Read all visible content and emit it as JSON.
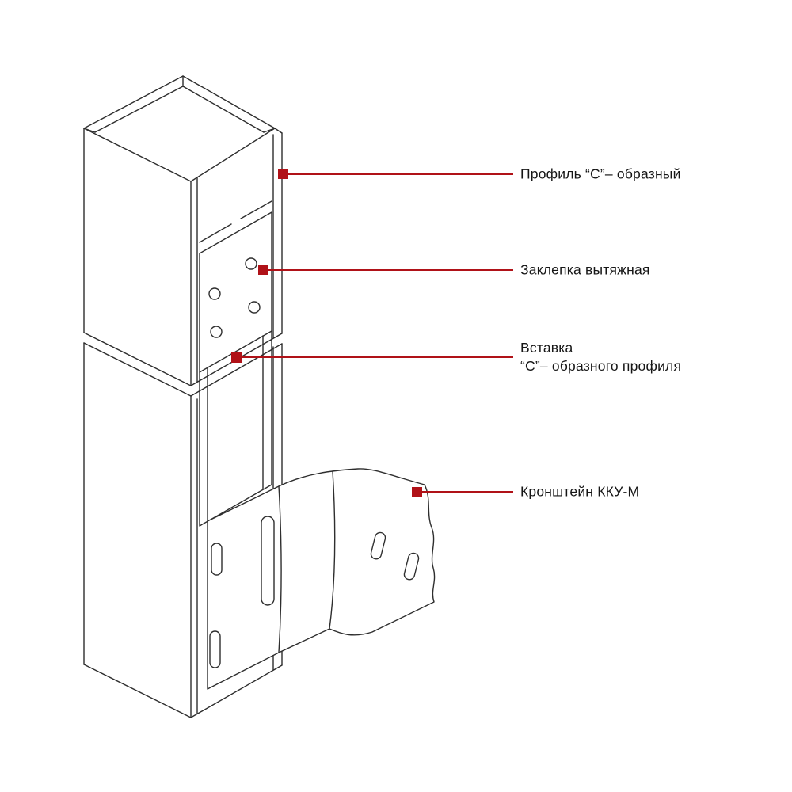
{
  "colors": {
    "background": "#ffffff",
    "line": "#2e2e2e",
    "accent": "#b01218",
    "text": "#161616"
  },
  "callouts": [
    {
      "id": "profile",
      "lines": [
        "Профиль “С”– образный"
      ]
    },
    {
      "id": "rivet",
      "lines": [
        "Заклепка вытяжная"
      ]
    },
    {
      "id": "insert",
      "lines": [
        "Вставка",
        "“С”– образного профиля"
      ]
    },
    {
      "id": "bracket",
      "lines": [
        "Кронштейн ККУ-М"
      ]
    }
  ]
}
